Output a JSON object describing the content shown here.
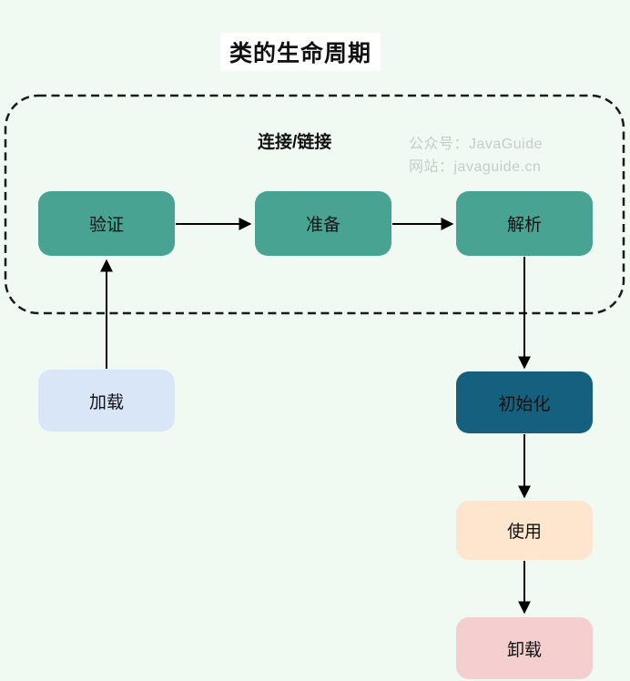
{
  "title": "类的生命周期",
  "container": {
    "label": "连接/链接"
  },
  "watermark": {
    "line1": "公众号：JavaGuide",
    "line2": "网站：javaguide.cn"
  },
  "nodes": {
    "load": {
      "label": "加载",
      "color": "#d9e6f7"
    },
    "verify": {
      "label": "验证",
      "color": "#49a392"
    },
    "prepare": {
      "label": "准备",
      "color": "#49a392"
    },
    "resolve": {
      "label": "解析",
      "color": "#49a392"
    },
    "initialize": {
      "label": "初始化",
      "color": "#14607e"
    },
    "use": {
      "label": "使用",
      "color": "#fde6cd"
    },
    "unload": {
      "label": "卸载",
      "color": "#f5ced0"
    }
  },
  "edges": [
    {
      "from": "load",
      "to": "verify"
    },
    {
      "from": "verify",
      "to": "prepare"
    },
    {
      "from": "prepare",
      "to": "resolve"
    },
    {
      "from": "resolve",
      "to": "initialize"
    },
    {
      "from": "initialize",
      "to": "use"
    },
    {
      "from": "use",
      "to": "unload"
    }
  ],
  "colors": {
    "background": "#f0faf3",
    "title_background": "#ffffff",
    "node_teal": "#49a392",
    "node_dark_blue": "#14607e",
    "node_light_blue": "#d9e6f7",
    "node_peach": "#fde6cd",
    "node_pink": "#f5ced0",
    "arrow": "#000000",
    "dashed_border": "#1a1a1a",
    "watermark_text": "#c6ccc9",
    "text": "#111111"
  }
}
